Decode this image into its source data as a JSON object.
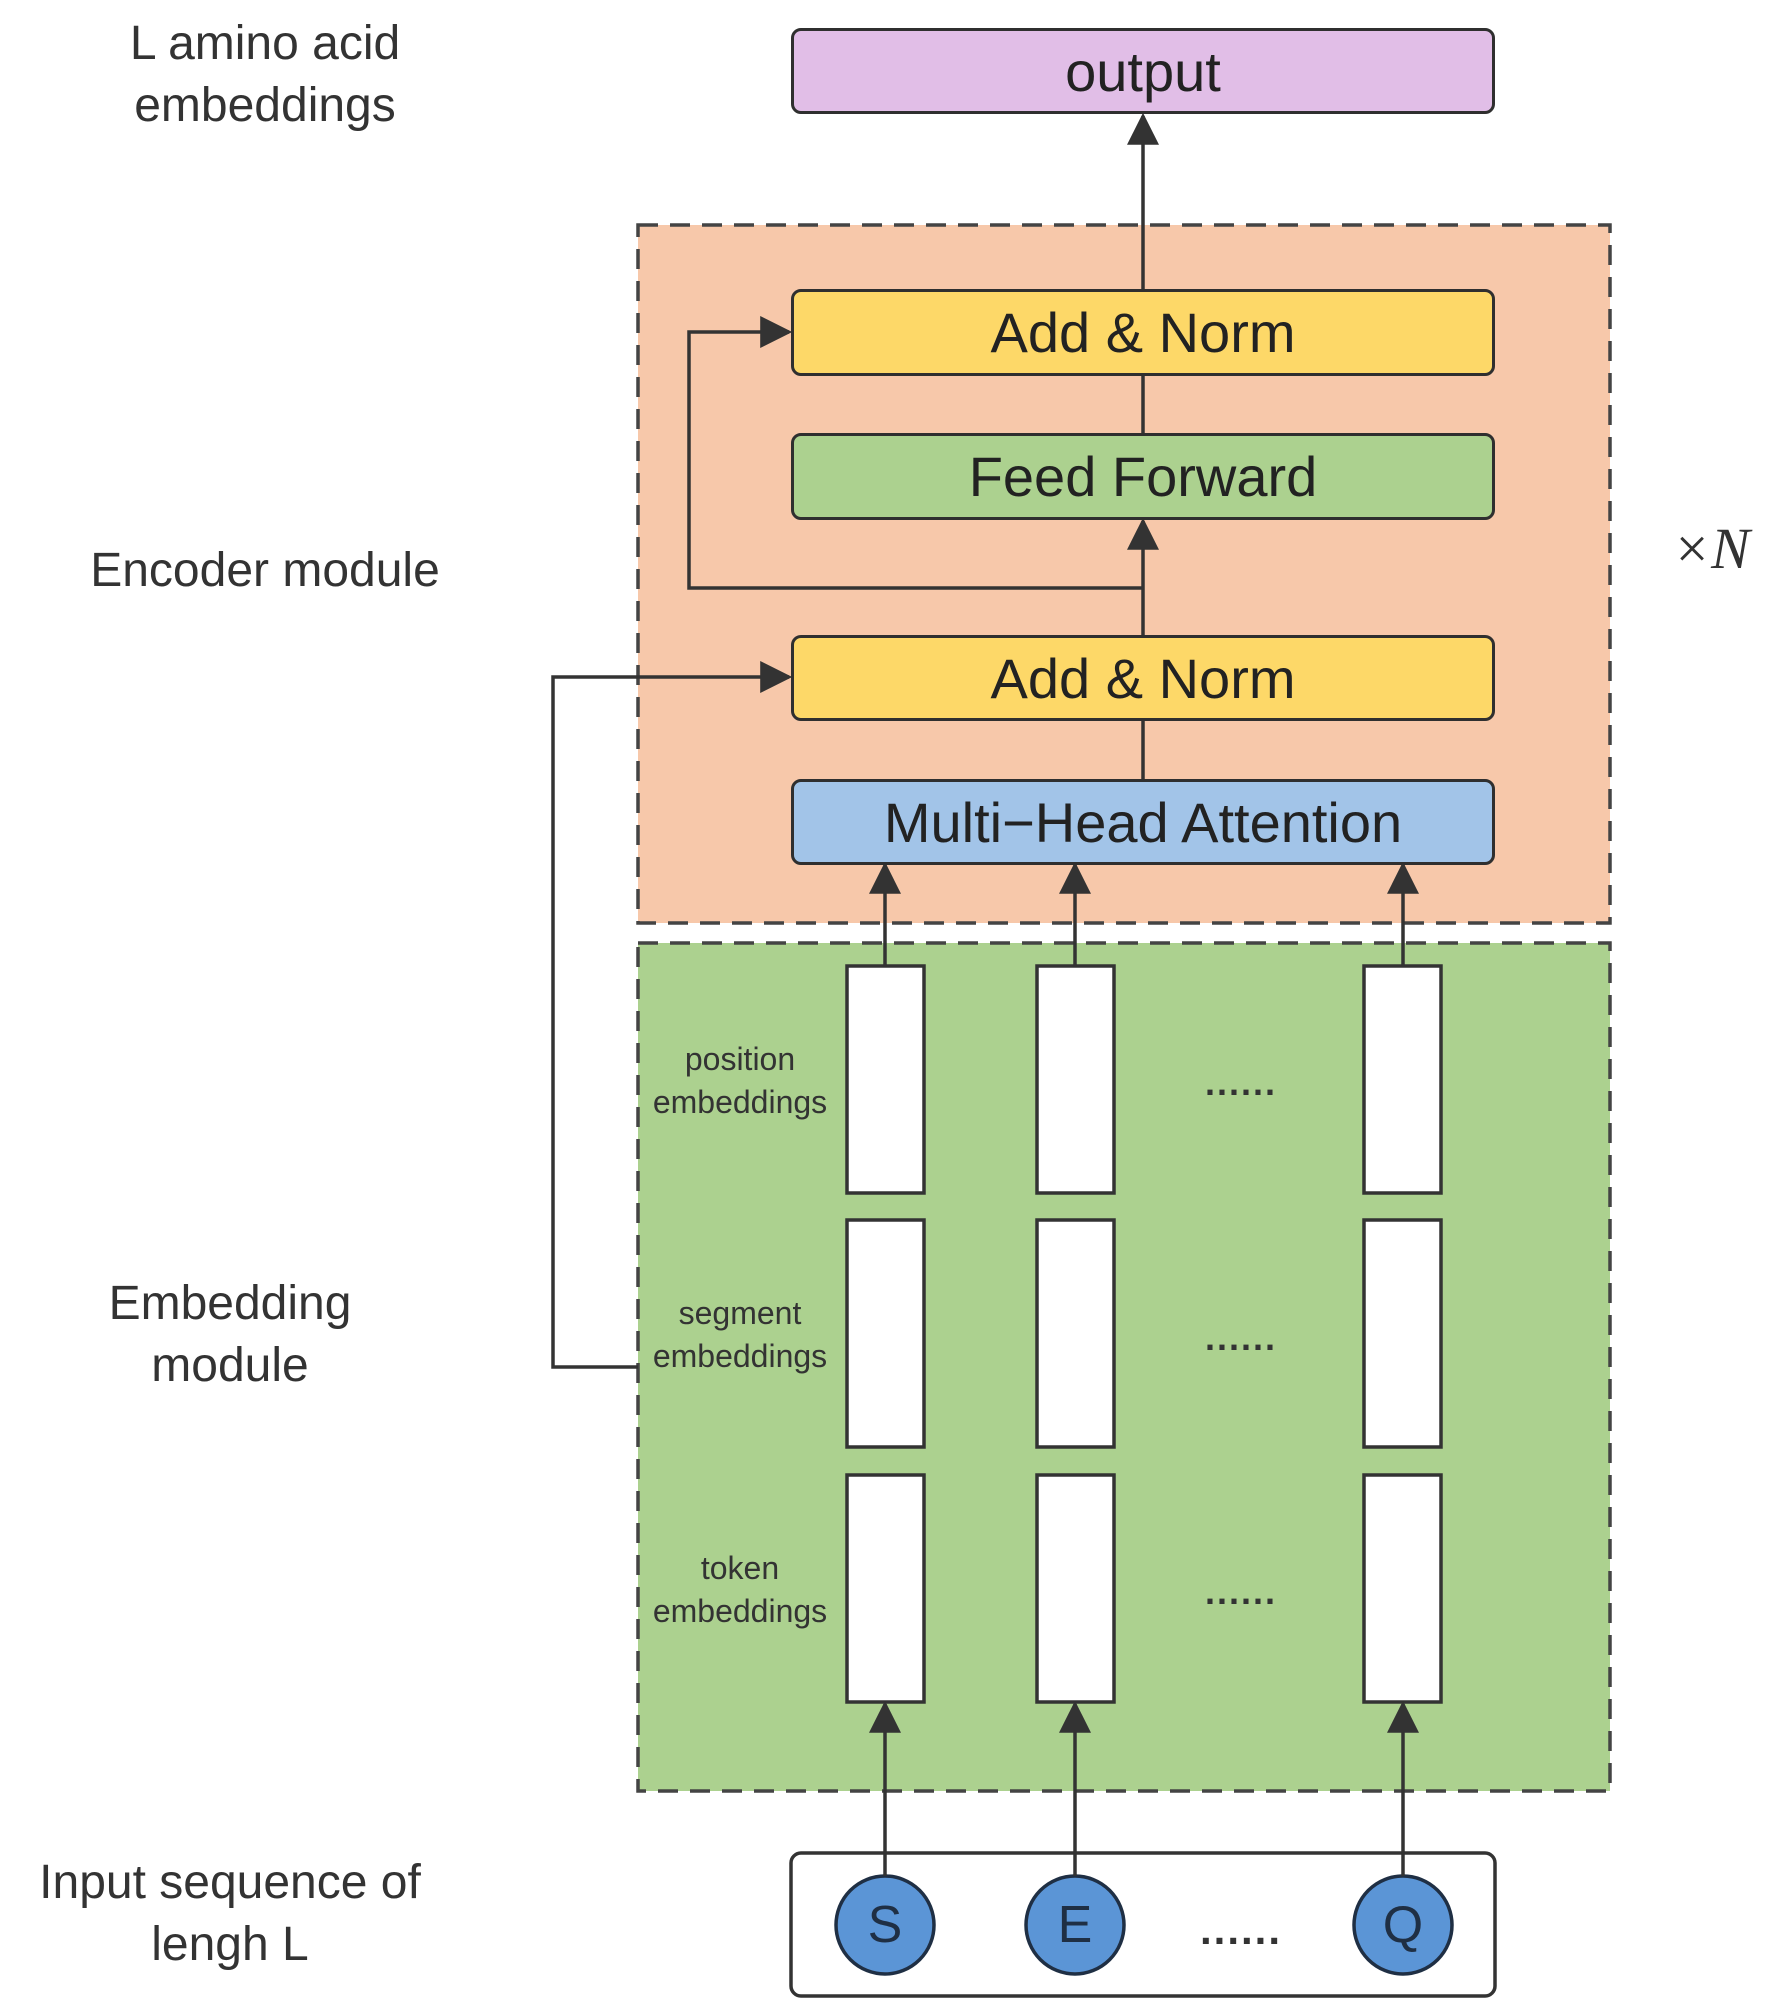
{
  "labels": {
    "output_title": "L amino acid embeddings",
    "encoder_module": "Encoder module",
    "embedding_module": "Embedding module",
    "input_title": "Input sequence of lengh L",
    "repeat": "×N"
  },
  "blocks": {
    "output": "output",
    "add_norm_top": "Add & Norm",
    "feed_forward": "Feed Forward",
    "add_norm_bottom": "Add & Norm",
    "attention": "Multi−Head Attention"
  },
  "embedding_rows": {
    "position": "position embeddings",
    "segment": "segment embeddings",
    "token": "token embeddings"
  },
  "ellipsis": "......",
  "tokens": [
    "S",
    "E",
    "Q"
  ],
  "colors": {
    "output": "#e1bee7",
    "add_norm": "#fdd868",
    "feed_forward": "#acd18f",
    "attention": "#a2c4e8",
    "encoder_bg": "#f7c8aa",
    "embedding_bg": "#acd18f",
    "token_circle": "#5b95d6"
  }
}
